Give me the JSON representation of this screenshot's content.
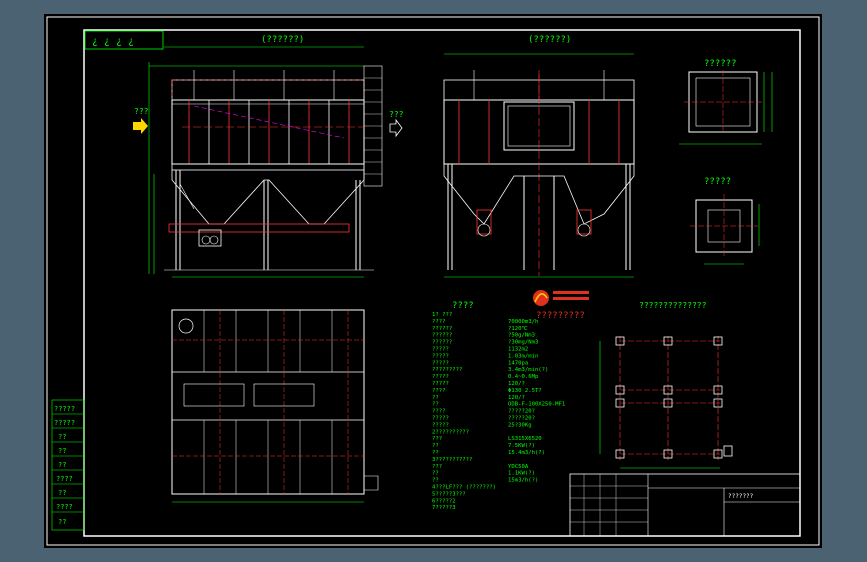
{
  "drawing": {
    "corner_marks": "¿ ¿ ¿ ¿",
    "front_view_title": "(??????)",
    "side_view_title": "(??????)",
    "inlet_label": "???",
    "outlet_label": "???",
    "top_view_title": "??????",
    "flange_view_title": "?????",
    "spec_title": "????",
    "logo_caption": "?????????",
    "foundation_title": "??????????????",
    "spec_rows": [
      {
        "k": "1? ???",
        "v": ""
      },
      {
        "k": "????",
        "v": "70000m3/h"
      },
      {
        "k": "??????",
        "v": "?120℃"
      },
      {
        "k": "??????",
        "v": "?50g/Nm3"
      },
      {
        "k": "??????",
        "v": "?30mg/Nm3"
      },
      {
        "k": "?????",
        "v": "1132m2"
      },
      {
        "k": "?????",
        "v": "1.03m/min"
      },
      {
        "k": "?????",
        "v": "1470pa"
      },
      {
        "k": "?????????",
        "v": "3.4m3/min(?)"
      },
      {
        "k": "?????",
        "v": "0.4~0.6Mp"
      },
      {
        "k": "?????",
        "v": "120/?"
      },
      {
        "k": "????",
        "v": "Φ130  2.5T?"
      },
      {
        "k": "??",
        "v": "120/?"
      },
      {
        "k": "??",
        "v": "ODB-F-100X250-MF1"
      },
      {
        "k": "????",
        "v": "?????20?"
      },
      {
        "k": "?????",
        "v": "?????20?"
      },
      {
        "k": "?????",
        "v": "25?30Kg"
      },
      {
        "k": "2??????????",
        "v": ""
      },
      {
        "k": "???",
        "v": "LS315X6520"
      },
      {
        "k": "??",
        "v": "7.5KW(?)"
      },
      {
        "k": "??",
        "v": "15.4m3/h(?)"
      },
      {
        "k": "3???????????",
        "v": ""
      },
      {
        "k": "???",
        "v": "YDC50A"
      },
      {
        "k": "??",
        "v": "1.1KW(?)"
      },
      {
        "k": "??",
        "v": "15m3/h(?)"
      },
      {
        "k": "4???LF??? (???????)",
        "v": ""
      },
      {
        "k": "5?????3???",
        "v": ""
      },
      {
        "k": "6?????2",
        "v": ""
      },
      {
        "k": "7?????3",
        "v": ""
      }
    ],
    "left_table": [
      "?????",
      "?????",
      "??",
      "??",
      "??",
      "????",
      "??",
      "????",
      "??"
    ],
    "title_block_text": "???????"
  }
}
